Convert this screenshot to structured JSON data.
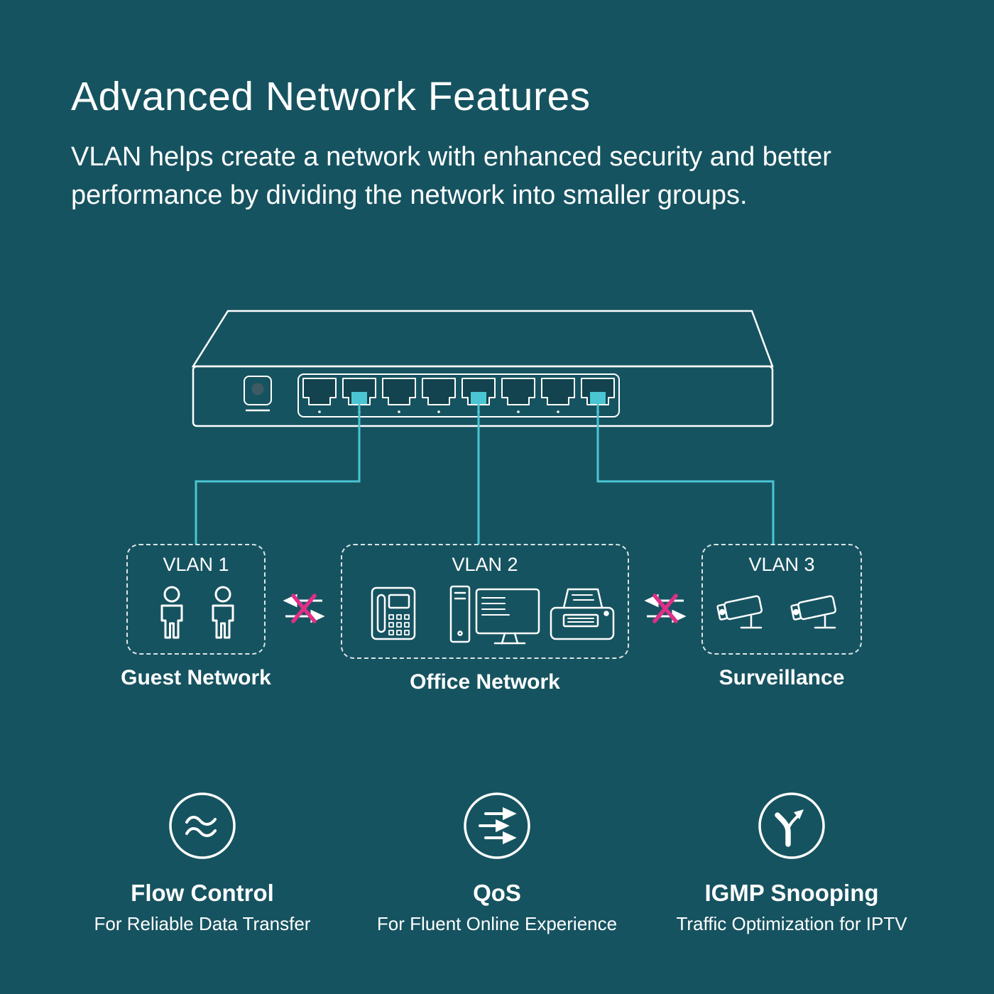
{
  "colors": {
    "background": "#165360",
    "accent_cyan": "#4bc5d2",
    "blocked_x_pink": "#df2f87",
    "line_art": "#ffffff"
  },
  "header": {
    "title": "Advanced Network Features",
    "subtitle_lines": [
      "VLAN helps create a network with enhanced security and better",
      "performance by dividing the network into smaller groups."
    ]
  },
  "switch": {
    "port_count": 8,
    "connected_ports": [
      2,
      5,
      8
    ]
  },
  "vlans": [
    {
      "label": "VLAN 1",
      "caption": "Guest Network",
      "devices": [
        "person",
        "person"
      ]
    },
    {
      "label": "VLAN 2",
      "caption": "Office Network",
      "devices": [
        "desk-phone",
        "desktop-computer",
        "printer"
      ]
    },
    {
      "label": "VLAN 3",
      "caption": "Surveillance",
      "devices": [
        "cctv-camera",
        "cctv-camera"
      ]
    }
  ],
  "blocked_links": [
    {
      "between": [
        "VLAN 1",
        "VLAN 2"
      ]
    },
    {
      "between": [
        "VLAN 2",
        "VLAN 3"
      ]
    }
  ],
  "features": [
    {
      "title": "Flow Control",
      "subtitle": "For Reliable Data Transfer",
      "icon": "waves-icon"
    },
    {
      "title": "QoS",
      "subtitle": "For Fluent Online Experience",
      "icon": "triple-arrow-icon"
    },
    {
      "title": "IGMP Snooping",
      "subtitle": "Traffic Optimization for IPTV",
      "icon": "fork-arrow-icon"
    }
  ]
}
